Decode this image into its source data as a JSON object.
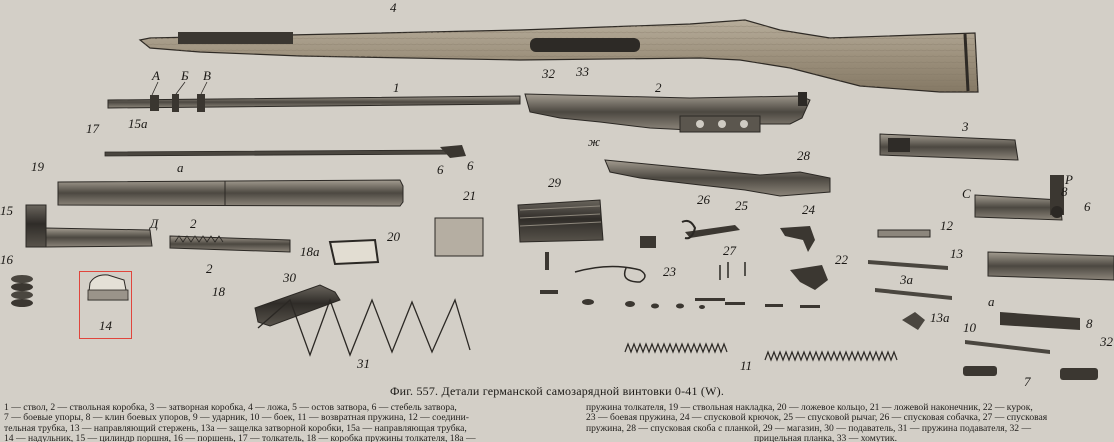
{
  "labels": {
    "n1": "1",
    "n2": "2",
    "n2b": "2",
    "n2c": "2",
    "n3": "3",
    "n4": "4",
    "n6": "6",
    "n6b": "6",
    "n6c": "6",
    "n7": "7",
    "n8": "8",
    "n10": "10",
    "n11": "11",
    "n12": "12",
    "n13": "13",
    "n13a": "13а",
    "n14": "14",
    "n15": "15",
    "n15a": "15а",
    "n16": "16",
    "n17": "17",
    "n18": "18",
    "n18a": "18а",
    "n19": "19",
    "n20": "20",
    "n21": "21",
    "n22": "22",
    "n23": "23",
    "n24": "24",
    "n25": "25",
    "n26": "26",
    "n27": "27",
    "n28": "28",
    "n29": "29",
    "n30": "30",
    "n31": "31",
    "n32": "32",
    "n32b": "32",
    "n33": "33",
    "n3a": "3а",
    "A": "А",
    "B": "Б",
    "V": "В",
    "a": "а",
    "a2": "а",
    "D": "Д",
    "Zh": "ж",
    "S": "С",
    "R": "Р"
  },
  "caption": "Фиг. 557. Детали германской самозарядной винтовки 0-41 (W).",
  "legend_left": [
    "1 — ствол, 2 — ствольная коробка, 3 — затворная коробка, 4 — ложа, 5 — остов затвора, 6 — стебель затвора,",
    "7 — боевые упоры, 8 — клин боевых упоров, 9 — ударник, 10 — боек, 11 — возвратная пружина, 12 — соедини-",
    "тельная трубка, 13 — направляющий стержень, 13а — защелка затворной коробки, 15а — направляющая трубка,",
    "14 — надульник, 15 — цилиндр поршня, 16 — поршень, 17 — толкатель, 18 — коробка пружины толкателя, 18а —"
  ],
  "legend_right": [
    "пружина толкателя, 19 — ствольная накладка, 20 — ложевое кольцо, 21 — ложевой наконечник, 22 — курок,",
    "23 — боевая пружина, 24 — спусковой крючок, 25 — спусковой рычаг, 26 — спусковая собачка, 27 — спусковая",
    "пружина, 28 — спусковая скоба с планкой, 29 — магазин, 30 — подаватель, 31 — пружина подавателя, 32 —",
    "прицельная планка, 33 — хомутик."
  ]
}
